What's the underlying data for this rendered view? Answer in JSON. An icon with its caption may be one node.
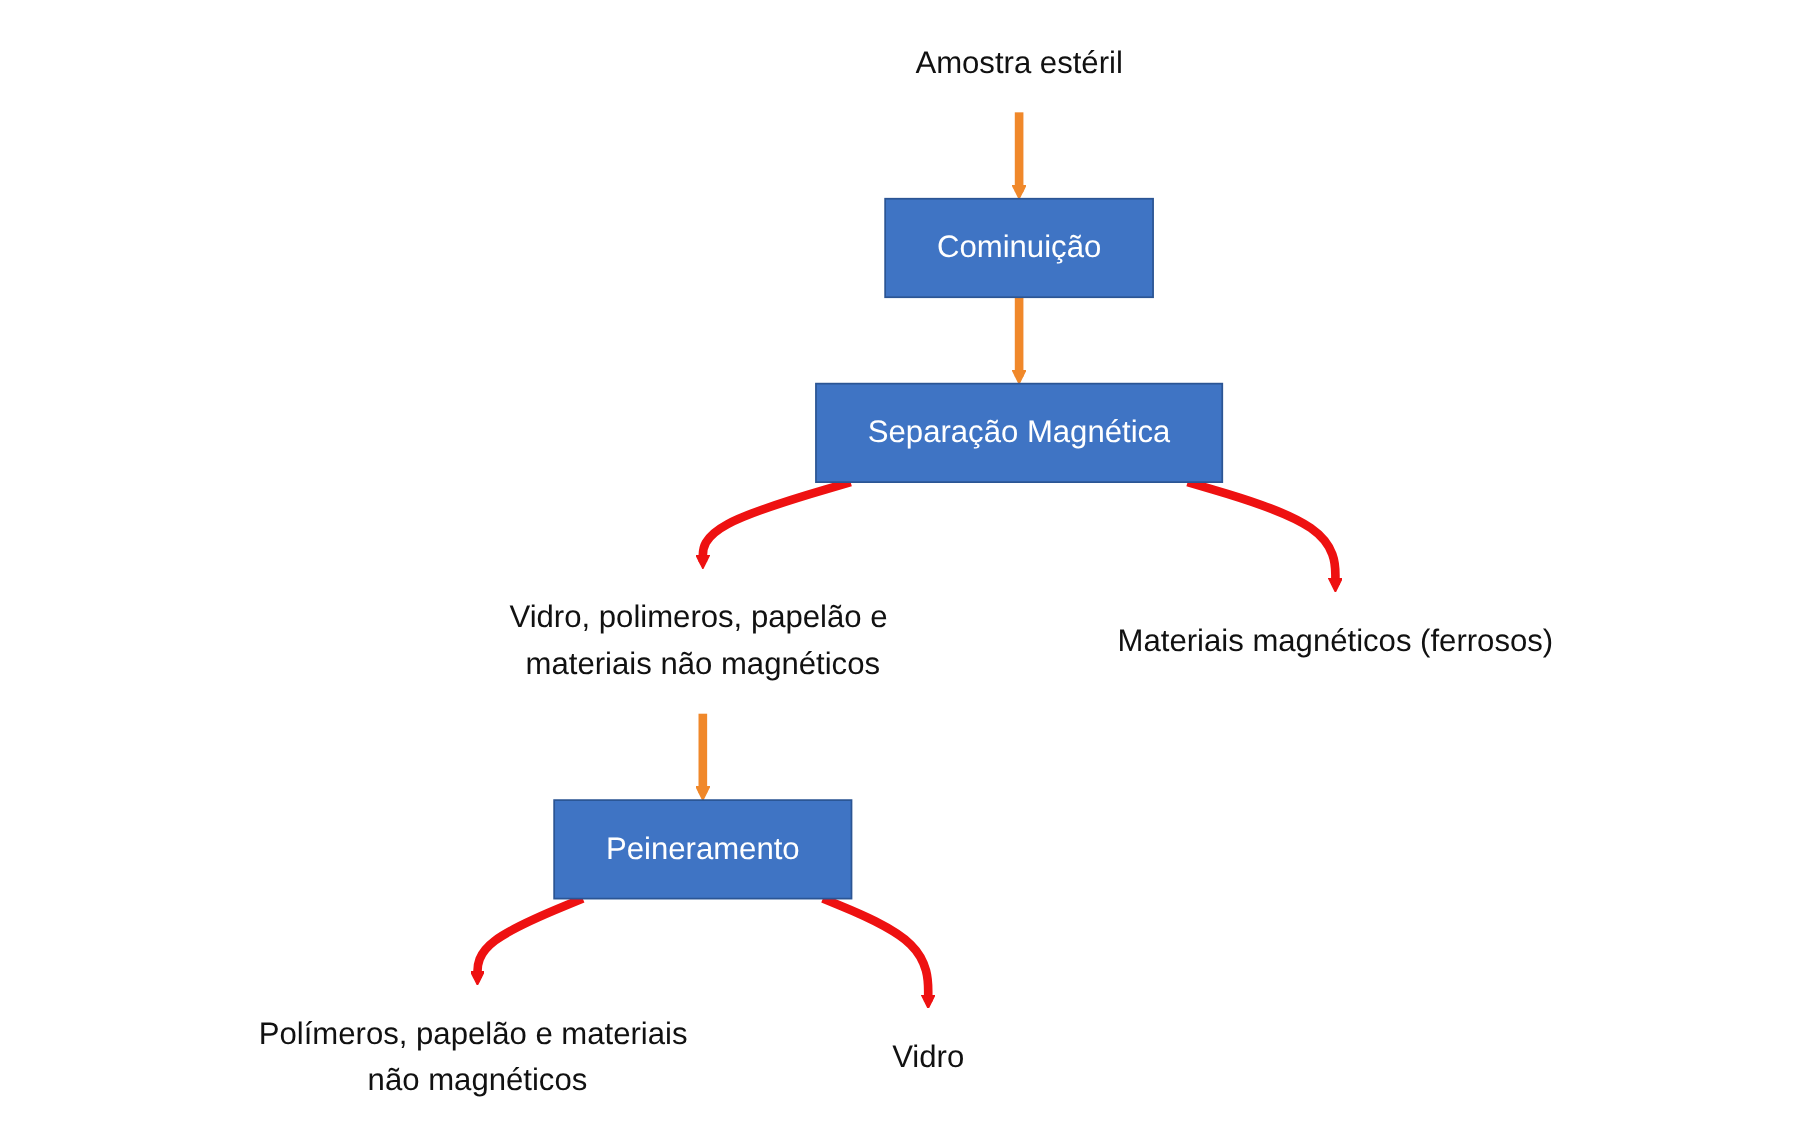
{
  "diagram": {
    "nodes": [
      {
        "text": [
          "Amostra estéril"
        ]
      },
      {
        "text": [
          "Cominuição"
        ]
      },
      {
        "text": [
          "Separação Magnética"
        ]
      },
      {
        "text": [
          "Vidro, polimeros, papelão e materiais não magnéticos"
        ]
      },
      {
        "text": [
          "Materiais magnéticos (ferrosos)"
        ]
      },
      {
        "text": [
          "Peineramento"
        ]
      },
      {
        "text": [
          "Polímeros, papelão e materiais não magnéticos"
        ]
      },
      {
        "text": [
          "Vidro"
        ]
      }
    ],
    "edges": [
      {
        "from": 0,
        "to": 1,
        "arrow": "to",
        "color": "#f0882a"
      },
      {
        "from": 1,
        "to": 2,
        "arrow": "to",
        "color": "#f0882a"
      },
      {
        "from": 2,
        "to": 3,
        "arrow": "to"
      },
      {
        "from": 2,
        "to": 4,
        "arrow": "to"
      },
      {
        "from": 3,
        "to": 5,
        "arrow": "to",
        "color": "#f0882a"
      },
      {
        "from": 5,
        "to": 6,
        "arrow": "to"
      },
      {
        "from": 5,
        "to": 7,
        "arrow": "to"
      }
    ]
  }
}
